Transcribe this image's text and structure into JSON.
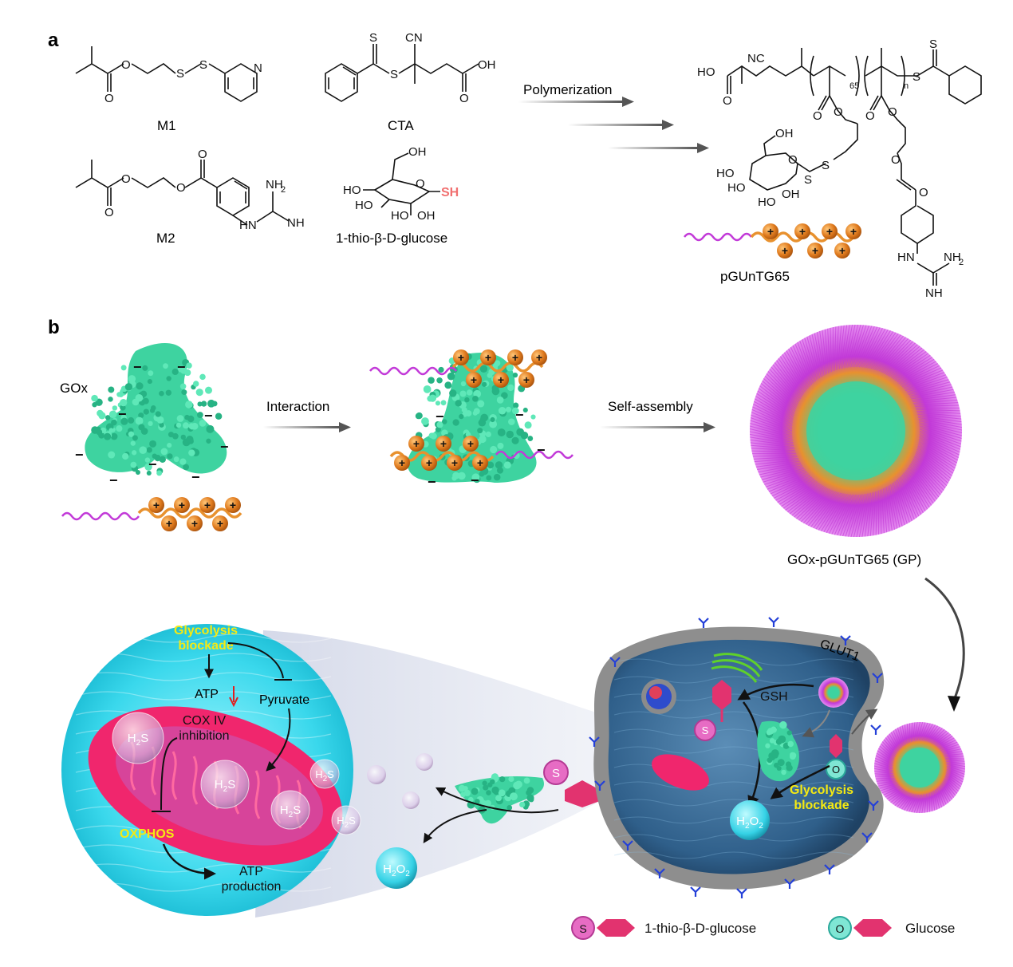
{
  "panels": {
    "a": "a",
    "b": "b"
  },
  "chem": {
    "m1": "M1",
    "m2": "M2",
    "cta": "CTA",
    "glucose_thiol": "1-thio-β-D-glucose",
    "sh": "SH",
    "polymerization": "Polymerization",
    "polymer_name": "pGUnTG65",
    "subscript_65": "65",
    "subscript_n": "n",
    "atoms": {
      "O": "O",
      "S": "S",
      "N": "N",
      "NH": "NH",
      "NH2": "NH",
      "two": "2",
      "HO": "HO",
      "OH": "OH",
      "NC": "NC",
      "CN": "CN",
      "OH_acid": "OH",
      "HO_acid": "HO",
      "HN": "HN"
    }
  },
  "assembly": {
    "gox": "GOx",
    "interaction": "Interaction",
    "self_assembly": "Self-assembly",
    "gp_label": "GOx-pGUnTG65 (GP)",
    "minus": "−",
    "plus": "+"
  },
  "cell": {
    "glut1": "GLUT1",
    "gsh": "GSH",
    "glycolysis_blockade": [
      "Glycolysis",
      "blockade"
    ],
    "h2o2": {
      "main": "H",
      "sub1": "2",
      "o": "O",
      "sub2": "2"
    },
    "s": "S",
    "o": "O"
  },
  "zoom": {
    "glycolysis_blockade": [
      "Glycolysis",
      "blockade"
    ],
    "atp": "ATP",
    "pyruvate": "Pyruvate",
    "cox": [
      "COX IV",
      "inhibition"
    ],
    "oxphos": "OXPHOS",
    "atp_production": [
      "ATP",
      "production"
    ],
    "h2s": {
      "h": "H",
      "sub": "2",
      "s": "S"
    }
  },
  "legend": {
    "thio_glucose": "1-thio-β-D-glucose",
    "glucose": "Glucose",
    "s": "S",
    "o": "O"
  },
  "colors": {
    "protein": "#3ed3a0",
    "polymer_pink": "#c23ad8",
    "polymer_orange": "#e8912e",
    "charge_ball": "#e07b1e",
    "cell_body": "#3a6b96",
    "zoom_cyan": "#34d9ee",
    "mito_pink": "#f0266d",
    "highlight_yellow": "#f5ea12"
  }
}
